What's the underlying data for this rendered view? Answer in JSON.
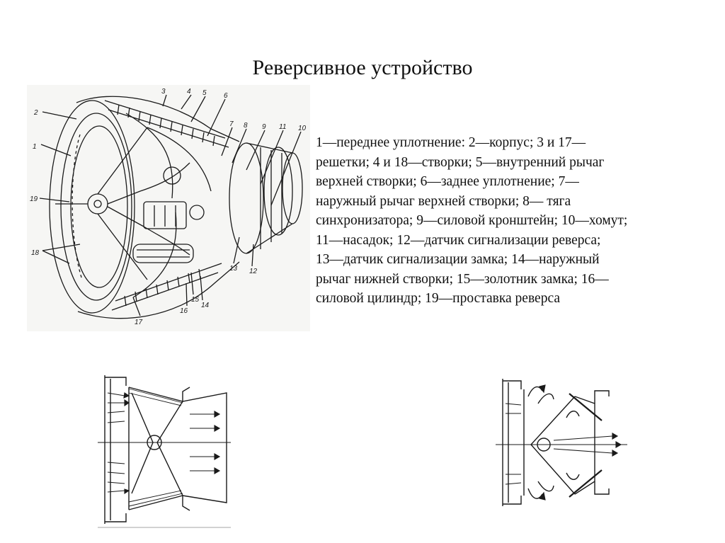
{
  "slide": {
    "title": "Реверсивное устройство",
    "legend": "1—переднее уплотнение: 2—корпус; 3 и 17—\nрешетки; 4 и 18—створки; 5—внутренний рычаг\nверхней створки; 6—заднее уплотнение; 7—\nнаружный рычаг верхней створки; 8— тяга\nсинхронизатора; 9—силовой кронштейн; 10—хомут;\n11—насадок; 12—датчик сигнализации реверса;\n13—датчик сигнализации замка; 14—наружный\nрычаг нижней створки; 15—золотник замка; 16—\nсиловой цилиндр; 19—проставка реверса"
  },
  "figure_main": {
    "callouts": [
      "1",
      "2",
      "3",
      "4",
      "5",
      "6",
      "7",
      "8",
      "9",
      "11",
      "10",
      "12",
      "13",
      "14",
      "15",
      "16",
      "17",
      "18",
      "19"
    ]
  },
  "colors": {
    "ink": "#1a1a1a",
    "paper": "#f6f6f4"
  }
}
